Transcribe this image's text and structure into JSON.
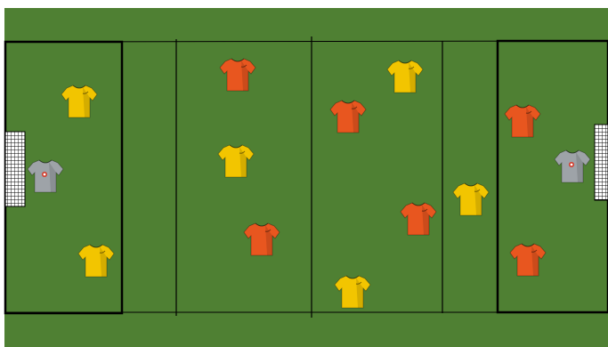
{
  "diagram": {
    "kind": "football-training-pitch",
    "colors": {
      "grass": "#4f8033",
      "lines": "#000000",
      "goal_net": "#ffffff",
      "team_yellow": "#f2c500",
      "team_orange": "#e8561f",
      "goalkeeper": "#9ea3a8"
    },
    "goals": [
      {
        "side": "left",
        "icon": "goal-net-icon"
      },
      {
        "side": "right",
        "icon": "goal-net-icon"
      }
    ],
    "players": [
      {
        "team": "yellow",
        "role": "outfield",
        "icon": "yellow-jersey-icon"
      },
      {
        "team": "yellow",
        "role": "outfield",
        "icon": "yellow-jersey-icon"
      },
      {
        "team": "yellow",
        "role": "outfield",
        "icon": "yellow-jersey-icon"
      },
      {
        "team": "yellow",
        "role": "outfield",
        "icon": "yellow-jersey-icon"
      },
      {
        "team": "yellow",
        "role": "outfield",
        "icon": "yellow-jersey-icon"
      },
      {
        "team": "yellow",
        "role": "outfield",
        "icon": "yellow-jersey-icon"
      },
      {
        "team": "orange",
        "role": "outfield",
        "icon": "orange-jersey-icon"
      },
      {
        "team": "orange",
        "role": "outfield",
        "icon": "orange-jersey-icon"
      },
      {
        "team": "orange",
        "role": "outfield",
        "icon": "orange-jersey-icon"
      },
      {
        "team": "orange",
        "role": "outfield",
        "icon": "orange-jersey-icon"
      },
      {
        "team": "orange",
        "role": "outfield",
        "icon": "orange-jersey-icon"
      },
      {
        "team": "orange",
        "role": "outfield",
        "icon": "orange-jersey-icon"
      },
      {
        "team": "grey",
        "role": "goalkeeper",
        "icon": "goalkeeper-jersey-icon"
      },
      {
        "team": "grey",
        "role": "goalkeeper",
        "icon": "goalkeeper-jersey-icon"
      }
    ]
  }
}
